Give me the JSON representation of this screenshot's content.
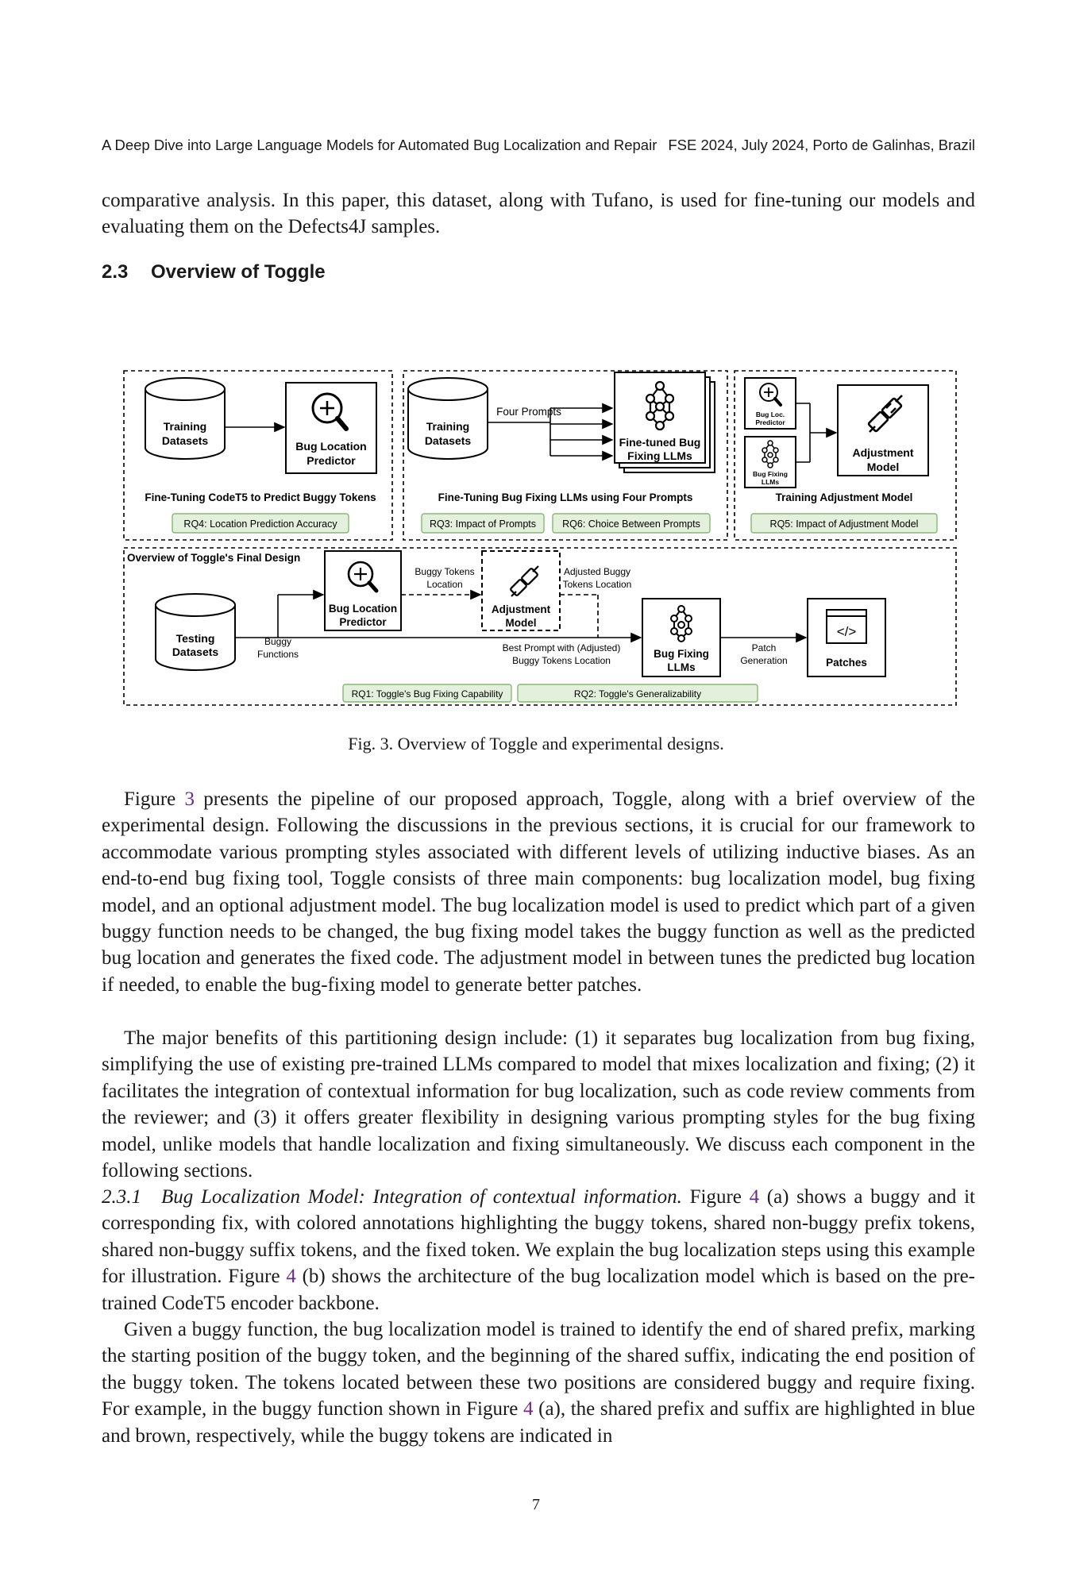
{
  "header": {
    "left": "A Deep Dive into Large Language Models for Automated Bug Localization and Repair",
    "right": "FSE 2024, July 2024, Porto de Galinhas, Brazil"
  },
  "intro_paragraph": "comparative analysis. In this paper, this dataset, along with Tufano, is used for fine-tuning our models and evaluating them on the Defects4J samples.",
  "section": {
    "number": "2.3",
    "title": "Overview of Toggle"
  },
  "figure": {
    "panel1": {
      "datasets": [
        "Training",
        "Datasets"
      ],
      "predictor": [
        "Bug Location",
        "Predictor"
      ],
      "title": "Fine-Tuning CodeT5 to Predict Buggy Tokens",
      "rq": "RQ4: Location Prediction Accuracy"
    },
    "panel2": {
      "datasets": [
        "Training",
        "Datasets"
      ],
      "arrow_label": "Four Prompts",
      "llms": [
        "Fine-tuned Bug",
        "Fixing LLMs"
      ],
      "title": "Fine-Tuning Bug Fixing LLMs using Four Prompts",
      "rq_a": "RQ3: Impact of Prompts",
      "rq_b": "RQ6: Choice Between Prompts"
    },
    "panel3": {
      "small_a": [
        "Bug Loc.",
        "Predictor"
      ],
      "small_b": [
        "Bug Fixing",
        "LLMs"
      ],
      "model": [
        "Adjustment",
        "Model"
      ],
      "title": "Training Adjustment Model",
      "rq": "RQ5: Impact of Adjustment Model"
    },
    "final": {
      "title": "Overview of Toggle's Final Design",
      "predictor": [
        "Bug Location",
        "Predictor"
      ],
      "buggy_tokens": [
        "Buggy Tokens",
        "Location"
      ],
      "adjustment": [
        "Adjustment",
        "Model"
      ],
      "adjusted": [
        "Adjusted Buggy",
        "Tokens Location"
      ],
      "testing": [
        "Testing",
        "Datasets"
      ],
      "buggy_functions": [
        "Buggy",
        "Functions"
      ],
      "best_prompt": [
        "Best Prompt with (Adjusted)",
        "Buggy Tokens Location"
      ],
      "llms": [
        "Bug Fixing",
        "LLMs"
      ],
      "patch_gen": [
        "Patch",
        "Generation"
      ],
      "patches": "Patches",
      "code_icon": "</>",
      "rq1": "RQ1: Toggle's Bug Fixing Capability",
      "rq2": "RQ2: Toggle's Generalizability"
    },
    "colors": {
      "rq_fill": "#e3f1dc",
      "rq_stroke": "#86b874"
    }
  },
  "caption": "Fig. 3.  Overview of Toggle and experimental designs.",
  "para1": {
    "a": "Figure ",
    "ref": "3",
    "b": " presents the pipeline of our proposed approach, Toggle, along with a brief overview of the experimental design. Following the discussions in the previous sections, it is crucial for our framework to accommodate various prompting styles associated with different levels of utilizing inductive biases. As an end-to-end bug fixing tool, Toggle consists of three main components: bug localization model, bug fixing model, and an optional adjustment model. The bug localization model is used to predict which part of a given buggy function needs to be changed, the bug fixing model takes the buggy function as well as the predicted bug location and generates the fixed code. The adjustment model in between tunes the predicted bug location if needed, to enable the bug-fixing model to generate better patches."
  },
  "para2": "The major benefits of this partitioning design include: (1) it separates bug localization from bug fixing, simplifying the use of existing pre-trained LLMs compared to model that mixes localization and fixing; (2) it facilitates the integration of contextual information for bug localization, such as code review comments from the reviewer; and (3) it offers greater flexibility in designing various prompting styles for the bug fixing model, unlike models that handle localization and fixing simultaneously. We discuss each component in the following sections.",
  "para3": {
    "heading": "2.3.1 Bug Localization Model: Integration of contextual information.",
    "a": " Figure ",
    "ref1": "4",
    "b": " (a) shows a buggy and it corresponding fix, with colored annotations highlighting the buggy tokens, shared non-buggy prefix tokens, shared non-buggy suffix tokens, and the fixed token. We explain the bug localization steps using this example for illustration. Figure ",
    "ref2": "4",
    "c": " (b) shows the architecture of the bug localization model which is based on the pre-trained CodeT5 encoder backbone."
  },
  "para4": {
    "a": "Given a buggy function, the bug localization model is trained to identify the end of shared prefix, marking the starting position of the buggy token, and the beginning of the shared suffix, indicating the end position of the buggy token. The tokens located between these two positions are considered buggy and require fixing. For example, in the buggy function shown in Figure ",
    "ref": "4",
    "b": " (a), the shared prefix and suffix are highlighted in blue and brown, respectively, while the buggy tokens are indicated in"
  },
  "page_number": "7"
}
